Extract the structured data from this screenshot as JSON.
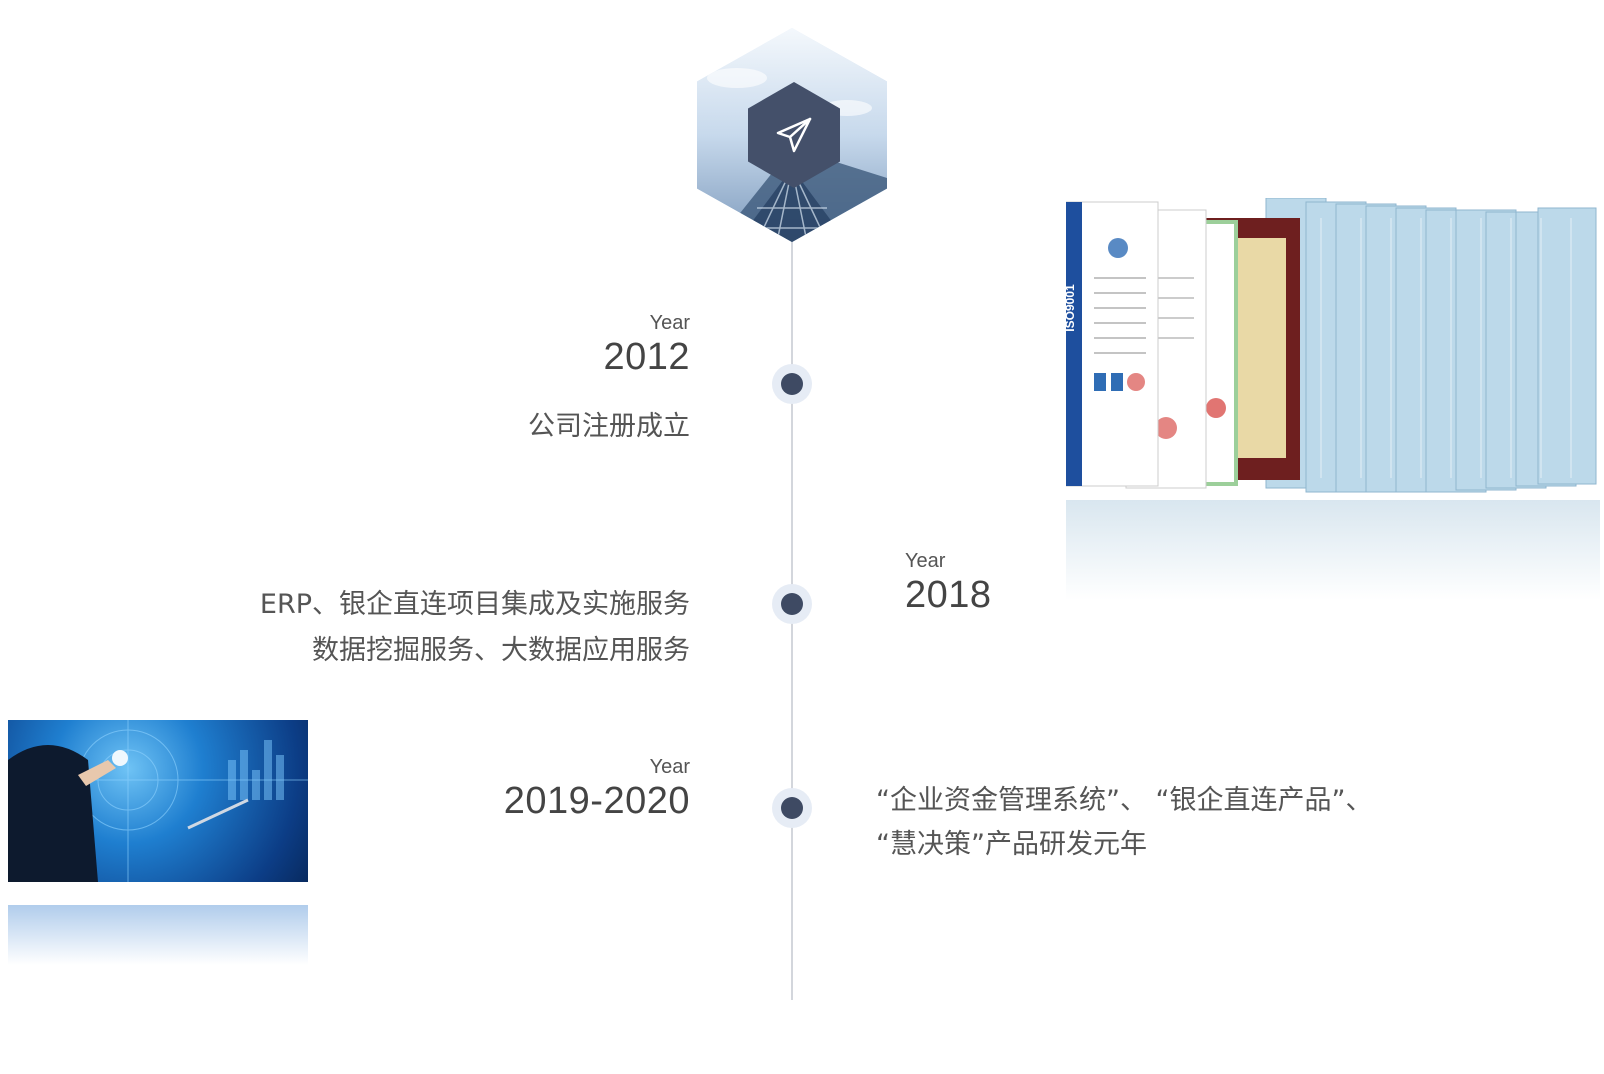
{
  "timeline": {
    "entries": [
      {
        "year_label": "Year",
        "year": "2012",
        "desc_lines": [
          "公司注册成立"
        ]
      },
      {
        "year_label": "Year",
        "year": "2018",
        "desc_lines": [
          "ERP、银企直连项目集成及实施服务",
          "数据挖掘服务、大数据应用服务"
        ]
      },
      {
        "year_label": "Year",
        "year": "2019-2020",
        "desc_lines": [
          "“企业资金管理系统”、 “银企直连产品”、",
          "“慧决策”产品研发元年"
        ]
      }
    ]
  },
  "certificate_image": {
    "badge_text": "ISO9001"
  },
  "colors": {
    "accent": "#3e4a63",
    "line": "#d3d6dc",
    "dot_halo": "#e6ecf5",
    "text": "#555555"
  },
  "icons": {
    "header": "paper-plane-icon"
  }
}
